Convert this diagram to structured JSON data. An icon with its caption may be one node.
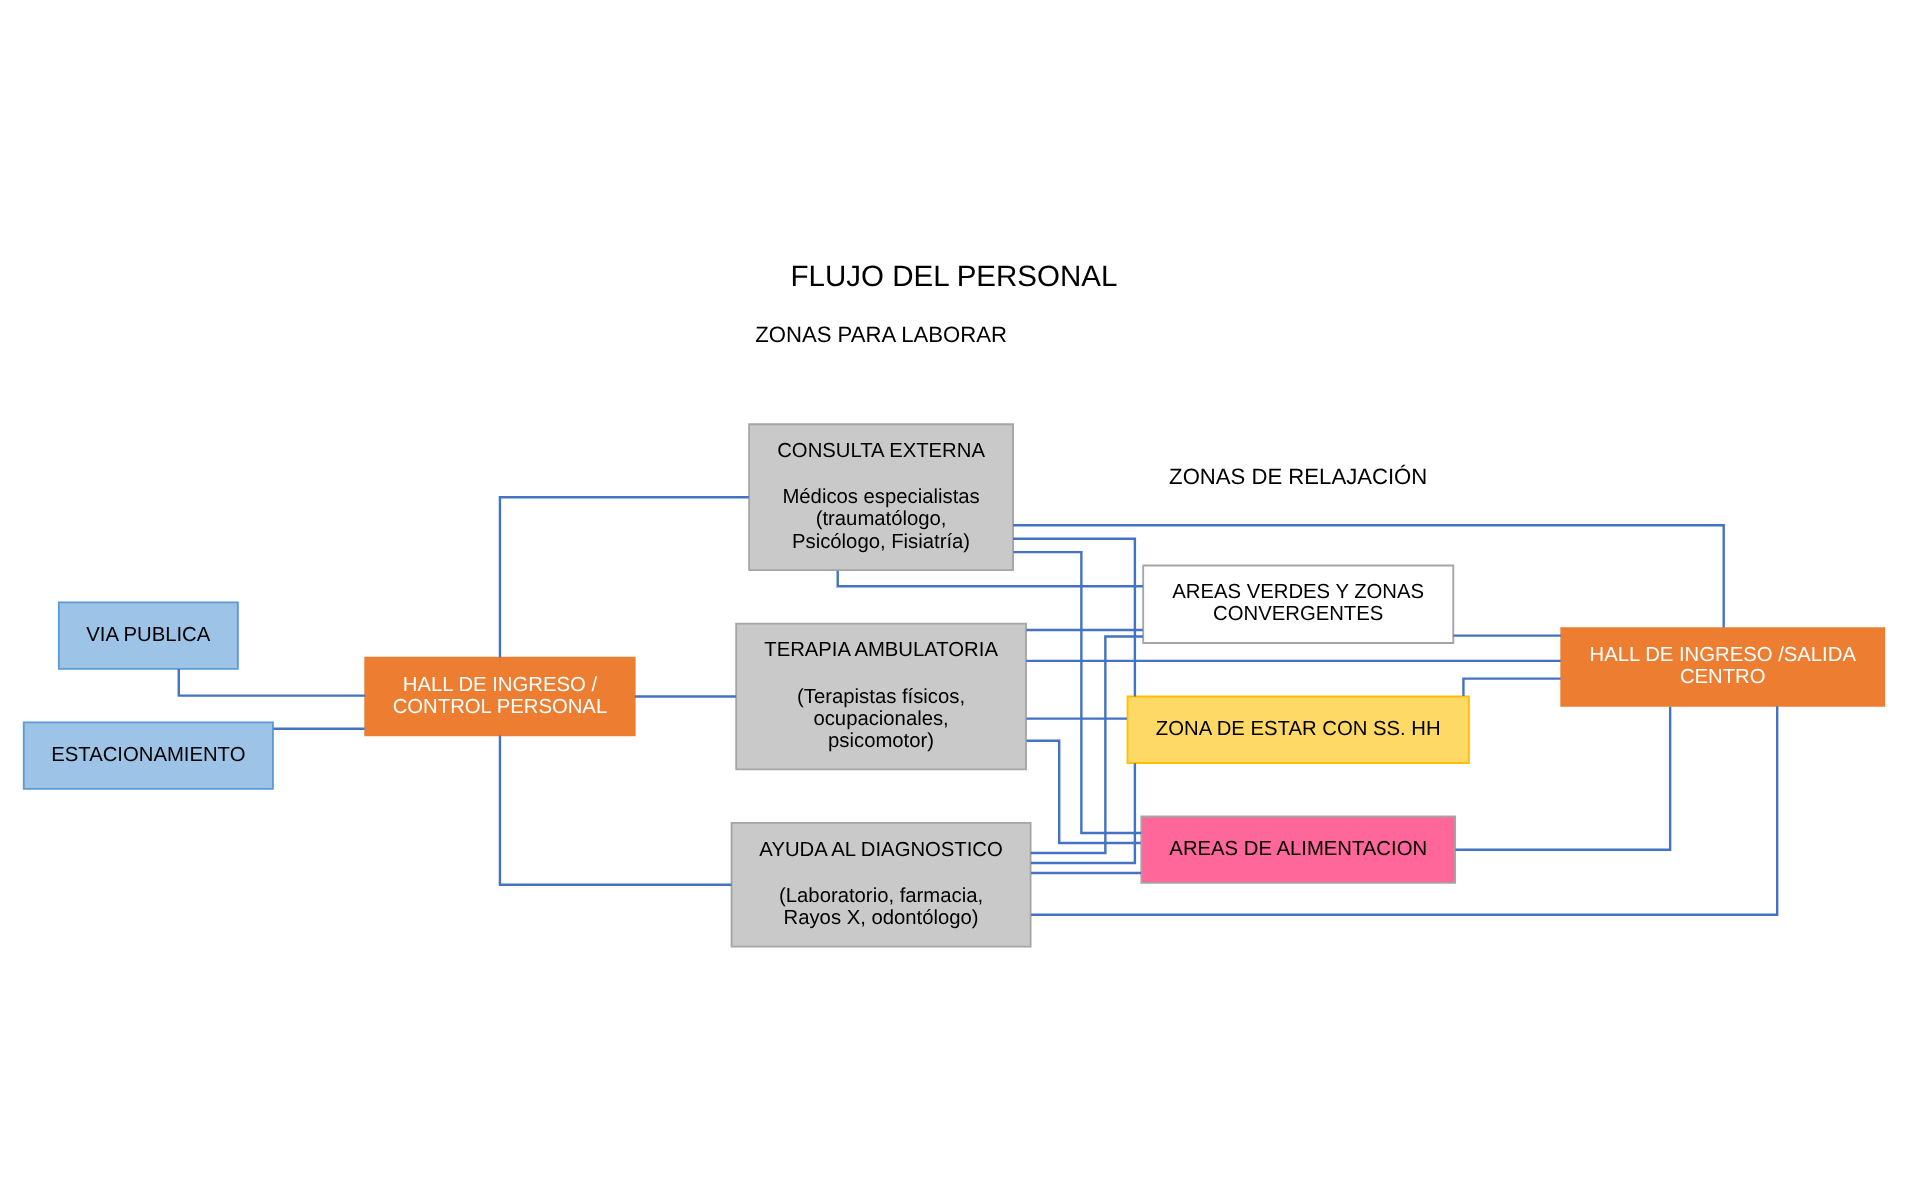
{
  "diagram": {
    "title": "FLUJO DEL PERSONAL",
    "nodes": [
      {
        "text": [
          "VIA PUBLICA"
        ]
      },
      {
        "text": [
          "ESTACIONAMIENTO"
        ]
      },
      {
        "text": [
          "HALL DE INGRESO / CONTROL PERSONAL"
        ]
      },
      {
        "text": [
          "CONSULTA EXTERNA",
          "Médicos especialistas (traumatólogo, Psicólogo, Fisiatría)"
        ]
      },
      {
        "text": [
          "TERAPIA AMBULATORIA",
          "(Terapistas físicos, ocupacionales, psicomotor)"
        ]
      },
      {
        "text": [
          "AYUDA AL DIAGNOSTICO",
          "(Laboratorio, farmacia, Rayos X, odontólogo)"
        ]
      },
      {
        "text": [
          "AREAS VERDES Y ZONAS CONVERGENTES"
        ]
      },
      {
        "text": [
          "ZONA DE ESTAR CON SS. HH"
        ]
      },
      {
        "text": [
          "AREAS DE ALIMENTACION"
        ]
      },
      {
        "text": [
          "HALL DE INGRESO /SALIDA CENTRO"
        ]
      }
    ],
    "edges": [
      {
        "from": 0,
        "to": 2,
        "arrow": "none"
      },
      {
        "from": 1,
        "to": 2,
        "arrow": "none"
      },
      {
        "from": 2,
        "to": 3,
        "arrow": "none"
      },
      {
        "from": 2,
        "to": 4,
        "arrow": "none"
      },
      {
        "from": 2,
        "to": 5,
        "arrow": "none"
      },
      {
        "from": 3,
        "to": 6,
        "arrow": "none"
      },
      {
        "from": 3,
        "to": 7,
        "arrow": "none"
      },
      {
        "from": 3,
        "to": 8,
        "arrow": "none"
      },
      {
        "from": 3,
        "to": 9,
        "arrow": "none"
      },
      {
        "from": 4,
        "to": 6,
        "arrow": "none"
      },
      {
        "from": 4,
        "to": 7,
        "arrow": "none"
      },
      {
        "from": 4,
        "to": 8,
        "arrow": "none"
      },
      {
        "from": 4,
        "to": 9,
        "arrow": "none"
      },
      {
        "from": 5,
        "to": 6,
        "arrow": "none"
      },
      {
        "from": 5,
        "to": 7,
        "arrow": "none"
      },
      {
        "from": 5,
        "to": 8,
        "arrow": "none"
      },
      {
        "from": 5,
        "to": 9,
        "arrow": "none"
      },
      {
        "from": 6,
        "to": 9,
        "arrow": "none"
      },
      {
        "from": 7,
        "to": 9,
        "arrow": "none"
      },
      {
        "from": 8,
        "to": 9,
        "arrow": "none"
      }
    ],
    "labels": [
      "ZONAS PARA LABORAR",
      "ZONAS DE RELAJACIÓN"
    ]
  }
}
